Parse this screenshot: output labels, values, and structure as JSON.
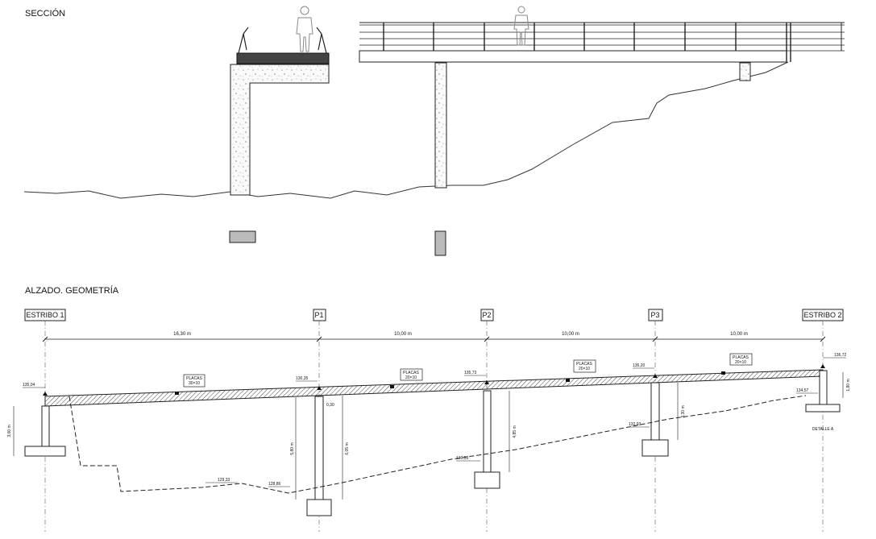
{
  "section": {
    "title": "SECCIÓN"
  },
  "elevation": {
    "title": "ALZADO. GEOMETRÍA",
    "supports": [
      "ESTRIBO 1",
      "P1",
      "P2",
      "P3",
      "ESTRIBO 2"
    ],
    "spans": [
      "16,30 m",
      "10,00 m",
      "10,00 m",
      "10,00 m"
    ],
    "plates": [
      {
        "line1": "PLACAS",
        "line2": "30×10"
      },
      {
        "line1": "PLACAS",
        "line2": "20×10"
      },
      {
        "line1": "PLACAS",
        "line2": "20×10"
      },
      {
        "line1": "PLACAS",
        "line2": "20×10"
      }
    ],
    "deck_levels": [
      "135,04",
      "130,35",
      "135,73",
      "136,20",
      "136,72"
    ],
    "ground_levels": [
      "129,33",
      "128,86",
      "130,53",
      "132,93",
      "134,57"
    ],
    "heights": [
      "3,00 m",
      "5,80 m",
      "6,05 m",
      "4,85 m",
      "3,30 m",
      "1,80 m"
    ],
    "small_dim": "0,30",
    "detail_label": "DETALLE A"
  }
}
